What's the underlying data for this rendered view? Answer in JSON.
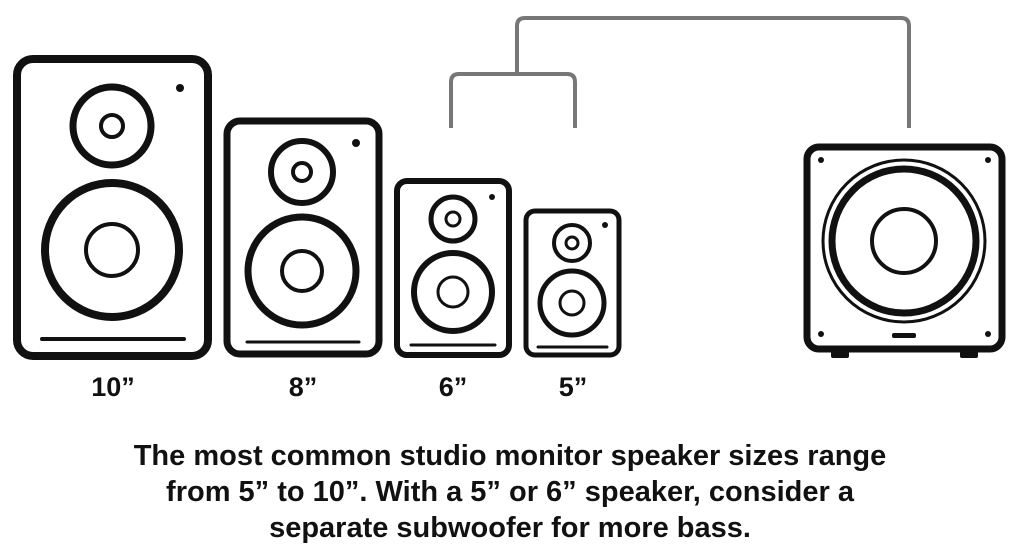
{
  "speakers": [
    {
      "size_label": "10”"
    },
    {
      "size_label": "8”"
    },
    {
      "size_label": "6”"
    },
    {
      "size_label": "5”"
    }
  ],
  "caption": {
    "lines": [
      "The most common studio monitor speaker sizes range",
      "from 5” to 10”. With a 5” or 6” speaker, consider a",
      "separate subwoofer for more bass."
    ]
  },
  "colors": {
    "outline": "#111111",
    "connector": "#777777",
    "background": "#ffffff"
  }
}
